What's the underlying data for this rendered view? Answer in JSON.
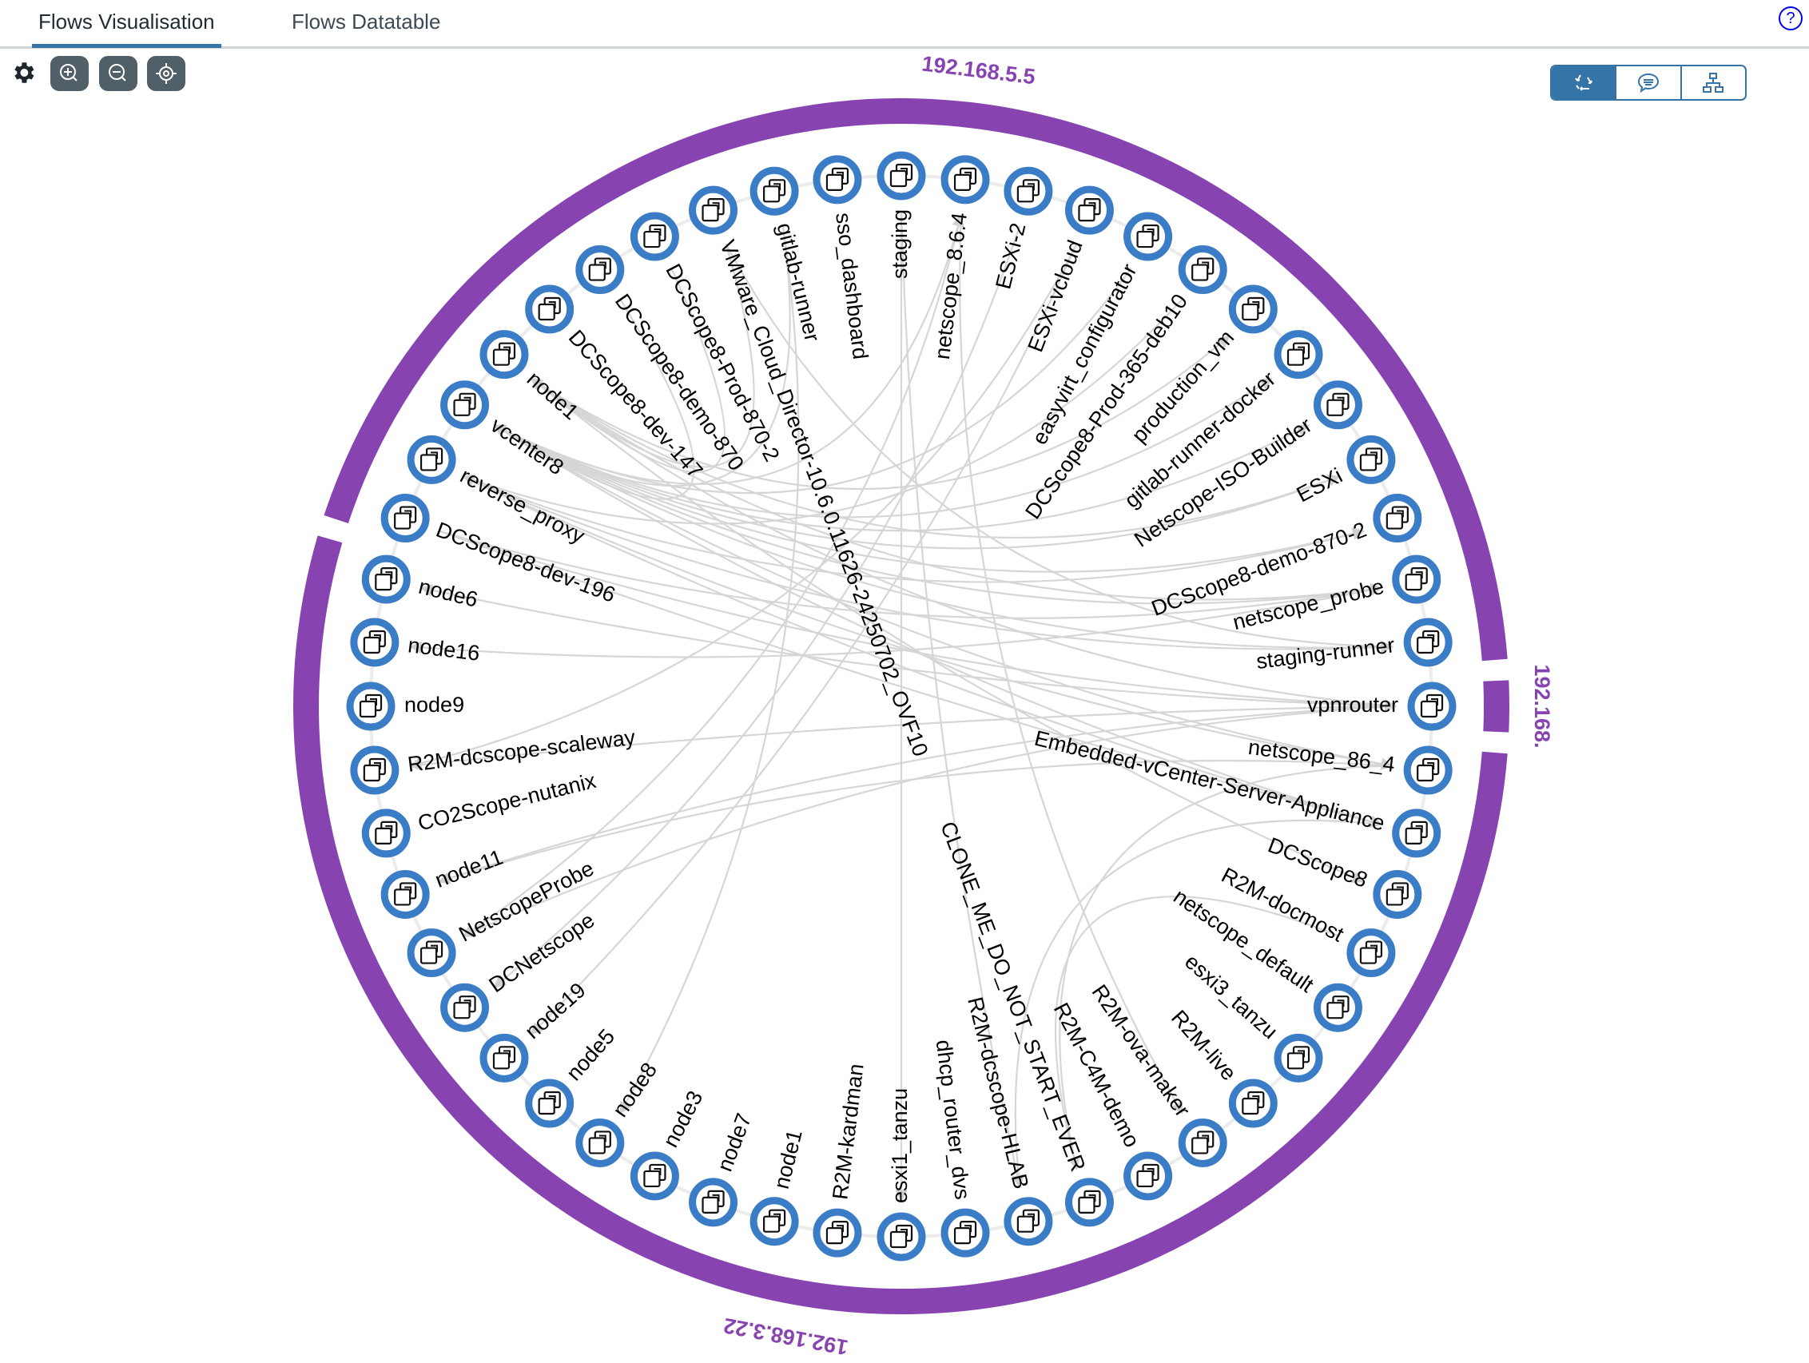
{
  "tabs": [
    {
      "label": "Flows Visualisation",
      "active": true
    },
    {
      "label": "Flows Datatable",
      "active": false
    }
  ],
  "help_label": "?",
  "toolbar": {
    "icons": [
      "gear-icon",
      "zoom-in-icon",
      "zoom-out-icon",
      "recenter-icon"
    ]
  },
  "view_modes": [
    {
      "icon": "recycle-icon",
      "active": true
    },
    {
      "icon": "chat-icon",
      "active": false
    },
    {
      "icon": "hierarchy-icon",
      "active": false
    }
  ],
  "colors": {
    "ring": "#8744b1",
    "node": "#3a7dc6",
    "edge": "#d6d6d6",
    "accent": "#3574a6"
  },
  "groups": [
    {
      "label": "192.168.5.5",
      "start": 42,
      "count": 23
    },
    {
      "label": "192.168.",
      "start": 13,
      "count": 1
    },
    {
      "label": "192.168.3.22",
      "start": 14,
      "count": 28
    }
  ],
  "nodes": [
    {
      "label": "staging"
    },
    {
      "label": "netscope_8.6.4"
    },
    {
      "label": "ESXi-2"
    },
    {
      "label": "ESXi-vcloud"
    },
    {
      "label": "easyvirt_configurator"
    },
    {
      "label": "DCScope8-Prod-365-deb10"
    },
    {
      "label": "production_vm"
    },
    {
      "label": "gitlab-runner-docker"
    },
    {
      "label": "Netscope-ISO-Builder"
    },
    {
      "label": "ESXi"
    },
    {
      "label": "DCScope8-demo-870-2"
    },
    {
      "label": "netscope_probe"
    },
    {
      "label": "staging-runner"
    },
    {
      "label": "vpnrouter"
    },
    {
      "label": "netscope_86_4"
    },
    {
      "label": "Embedded-vCenter-Server-Appliance"
    },
    {
      "label": "DCScope8"
    },
    {
      "label": "R2M-docmost"
    },
    {
      "label": "netscope_default"
    },
    {
      "label": "esxi3_tanzu"
    },
    {
      "label": "R2M-live"
    },
    {
      "label": "R2M-ova-maker"
    },
    {
      "label": "R2M-C4M-demo"
    },
    {
      "label": "CLONE_ME_DO_NOT_START_EVER"
    },
    {
      "label": "R2M-dcscope-HLAB"
    },
    {
      "label": "dhcp_router_dvs"
    },
    {
      "label": "esxi1_tanzu"
    },
    {
      "label": "R2M-kardman"
    },
    {
      "label": "node1"
    },
    {
      "label": "node7"
    },
    {
      "label": "node3"
    },
    {
      "label": "node8"
    },
    {
      "label": "node5"
    },
    {
      "label": "node19"
    },
    {
      "label": "DCNetscope"
    },
    {
      "label": "NetscopeProbe"
    },
    {
      "label": "node11"
    },
    {
      "label": "CO2Scope-nutanix"
    },
    {
      "label": "R2M-dcscope-scaleway"
    },
    {
      "label": "node9"
    },
    {
      "label": "node16"
    },
    {
      "label": "node6"
    },
    {
      "label": "DCScope8-dev-196"
    },
    {
      "label": "reverse_proxy"
    },
    {
      "label": "vcenter8"
    },
    {
      "label": "node1"
    },
    {
      "label": "DCScope8-dev-147"
    },
    {
      "label": "DCScope8-demo-870"
    },
    {
      "label": "DCScope8-Prod-870-2"
    },
    {
      "label": "VMware_Cloud_Director-10.6.0.11626-24250702_OVF10"
    },
    {
      "label": "gitlab-runner"
    },
    {
      "label": "sso_dashboard"
    }
  ],
  "flows": [
    [
      44,
      7
    ],
    [
      44,
      8
    ],
    [
      44,
      9
    ],
    [
      44,
      10
    ],
    [
      44,
      11
    ],
    [
      44,
      12
    ],
    [
      44,
      14
    ],
    [
      44,
      15
    ],
    [
      44,
      1
    ],
    [
      45,
      6
    ],
    [
      45,
      9
    ],
    [
      45,
      11
    ],
    [
      45,
      13
    ],
    [
      45,
      16
    ],
    [
      43,
      10
    ],
    [
      43,
      12
    ],
    [
      43,
      14
    ],
    [
      43,
      15
    ],
    [
      42,
      11
    ],
    [
      42,
      13
    ],
    [
      42,
      15
    ],
    [
      0,
      26
    ],
    [
      0,
      24
    ],
    [
      1,
      21
    ],
    [
      1,
      35
    ],
    [
      3,
      33
    ],
    [
      3,
      38
    ],
    [
      13,
      38
    ],
    [
      13,
      36
    ],
    [
      13,
      35
    ],
    [
      13,
      41
    ],
    [
      14,
      23
    ],
    [
      14,
      36
    ],
    [
      15,
      24
    ],
    [
      50,
      44
    ],
    [
      50,
      31
    ],
    [
      49,
      45
    ],
    [
      49,
      12
    ],
    [
      48,
      45
    ],
    [
      47,
      44
    ],
    [
      5,
      43
    ],
    [
      4,
      44
    ],
    [
      2,
      34
    ],
    [
      17,
      23
    ],
    [
      11,
      40
    ]
  ]
}
